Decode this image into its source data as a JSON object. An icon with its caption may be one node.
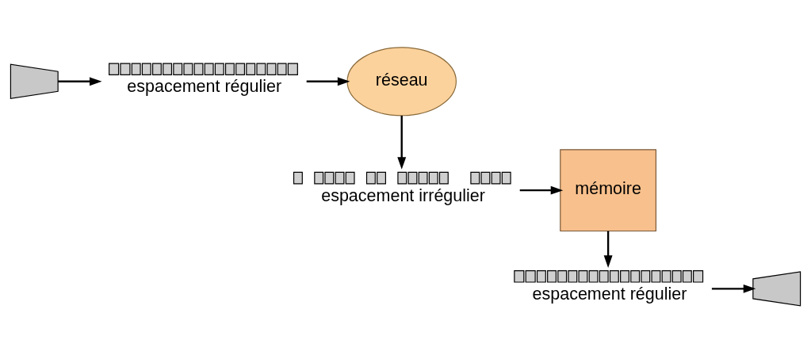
{
  "diagram": {
    "nodes": [
      {
        "text": [],
        "shape": "trapezoid"
      },
      {
        "text": [
          "espacement régulier"
        ]
      },
      {
        "text": [
          "réseau"
        ]
      },
      {
        "text": [
          "espacement irrégulier"
        ]
      },
      {
        "text": [
          "mémoire"
        ]
      },
      {
        "text": [
          "espacement régulier"
        ]
      },
      {
        "text": [],
        "shape": "trapezoid"
      }
    ],
    "edges": [
      {
        "from": 0,
        "to": 1,
        "arrow": "to"
      },
      {
        "from": 1,
        "to": 2,
        "arrow": "to"
      },
      {
        "from": 2,
        "to": 3,
        "arrow": "to"
      },
      {
        "from": 3,
        "to": 4,
        "arrow": "to"
      },
      {
        "from": 4,
        "to": 5,
        "arrow": "to"
      },
      {
        "from": 5,
        "to": 6,
        "arrow": "to"
      }
    ]
  }
}
